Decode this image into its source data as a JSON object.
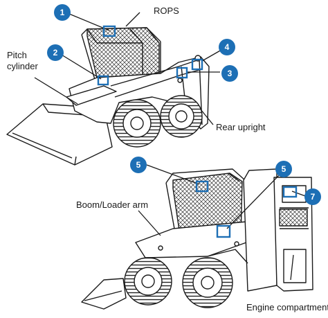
{
  "labels": {
    "rops": "ROPS",
    "pitch_cylinder": "Pitch\ncylinder",
    "rear_upright": "Rear upright",
    "boom_loader_arm": "Boom/Loader arm",
    "engine_compartment": "Engine compartment"
  },
  "markers": [
    "1",
    "2",
    "3",
    "4",
    "5",
    "5",
    "7"
  ],
  "colors": {
    "accent": "#1d6fb5",
    "line": "#1a1a1a",
    "background": "#ffffff"
  }
}
